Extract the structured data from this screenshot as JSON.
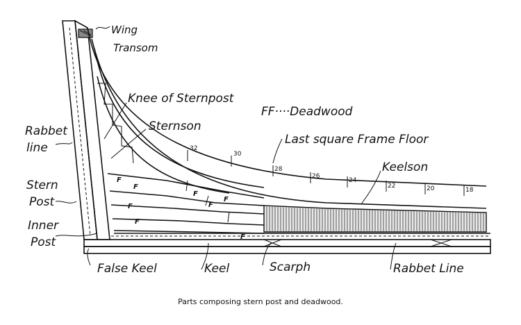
{
  "labels": {
    "wing_transom": [
      "Wing",
      "Transom"
    ],
    "knee_of_sternpost": "Knee of Sternpost",
    "sternson": "Sternson",
    "deadwood": "FF····Deadwood",
    "last_square_frame": "Last square Frame Floor",
    "rabbet_line_left": [
      "Rabbet",
      "line"
    ],
    "stern_post": [
      "Stern",
      "Post"
    ],
    "inner_post": [
      "Inner",
      "Post"
    ],
    "keelson": "Keelson",
    "false_keel": "False Keel",
    "keel": "Keel",
    "scarph": "Scarph",
    "rabbet_line_bottom": "Rabbet Line"
  },
  "frame_numbers": [
    "32",
    "30",
    "28",
    "26",
    "24",
    "22",
    "20",
    "18"
  ],
  "deadwood_mark": "F",
  "caption": "Parts composing stern post and deadwood."
}
